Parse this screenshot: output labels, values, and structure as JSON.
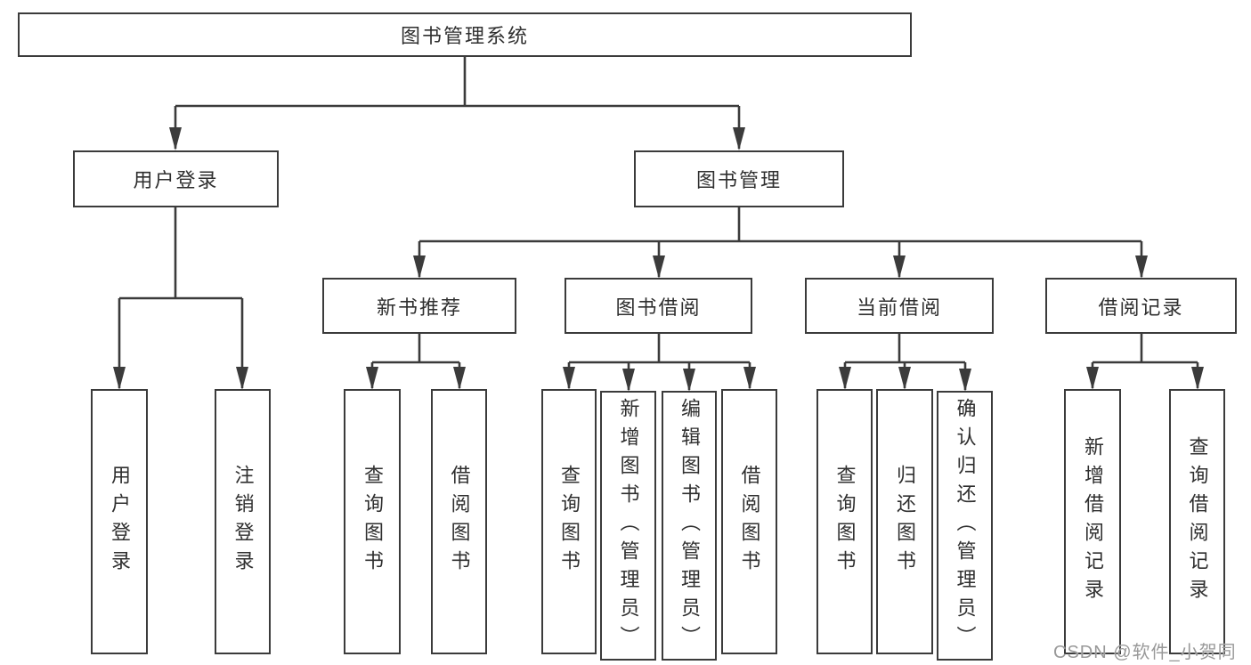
{
  "colors": {
    "line": "#3b3b3b",
    "box_border": "#3b3b3b",
    "box_background": "#ffffff",
    "text": "#2f2f2f",
    "watermark": "#999999",
    "page_background": "#ffffff"
  },
  "watermark": "CSDN @软件_小贺同学",
  "tree": {
    "root": {
      "label": "图书管理系统"
    },
    "branches": [
      {
        "label": "用户登录",
        "leaves": [
          "用户登录",
          "注销登录"
        ]
      },
      {
        "label": "图书管理",
        "groups": [
          {
            "label": "新书推荐",
            "leaves": [
              "查询图书",
              "借阅图书"
            ]
          },
          {
            "label": "图书借阅",
            "leaves": [
              "查询图书",
              "新增图书（管理员）",
              "编辑图书（管理员）",
              "借阅图书"
            ]
          },
          {
            "label": "当前借阅",
            "leaves": [
              "查询图书",
              "归还图书",
              "确认归还（管理员）"
            ]
          },
          {
            "label": "借阅记录",
            "leaves": [
              "新增借阅记录",
              "查询借阅记录"
            ]
          }
        ]
      }
    ]
  }
}
